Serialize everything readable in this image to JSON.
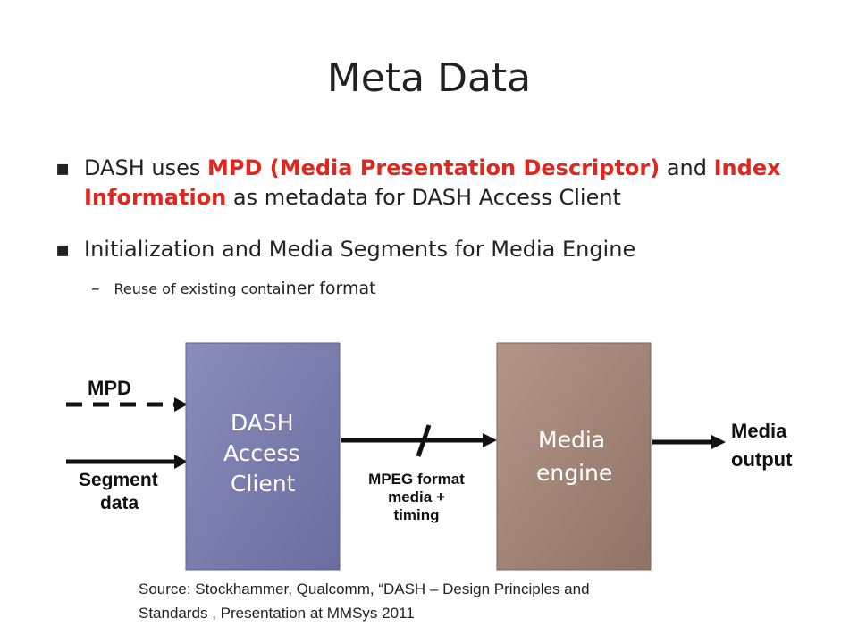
{
  "title": "Meta Data",
  "bullets": {
    "b1": {
      "t1": "DASH uses ",
      "h1": "MPD (Media Presentation Descriptor)",
      "t2": " and ",
      "h2": "Index Information",
      "t3": " as metadata for DASH Access Client"
    },
    "b2": "Initialization and Media Segments for Media Engine",
    "sub1": {
      "dash": "–",
      "small": "Reuse of existing conta",
      "rest": "iner format"
    }
  },
  "diagram": {
    "mpd_label": "MPD",
    "segment_label": [
      "Segment",
      "data"
    ],
    "client_label": [
      "DASH",
      "Access",
      "Client"
    ],
    "format_label": [
      "MPEG format",
      "media +",
      "timing"
    ],
    "engine_label": [
      "Media",
      "engine"
    ],
    "output_label": [
      "Media",
      "output"
    ],
    "colors": {
      "client_box": "#7b7ead",
      "engine_box": "#a88b7e",
      "arrows": "#111111",
      "highlight": "#e0261d"
    }
  },
  "source": {
    "line1": "Source: Stockhammer, Qualcomm, “DASH – Design Principles and",
    "line2": "Standards , Presentation at MMSys 2011"
  }
}
